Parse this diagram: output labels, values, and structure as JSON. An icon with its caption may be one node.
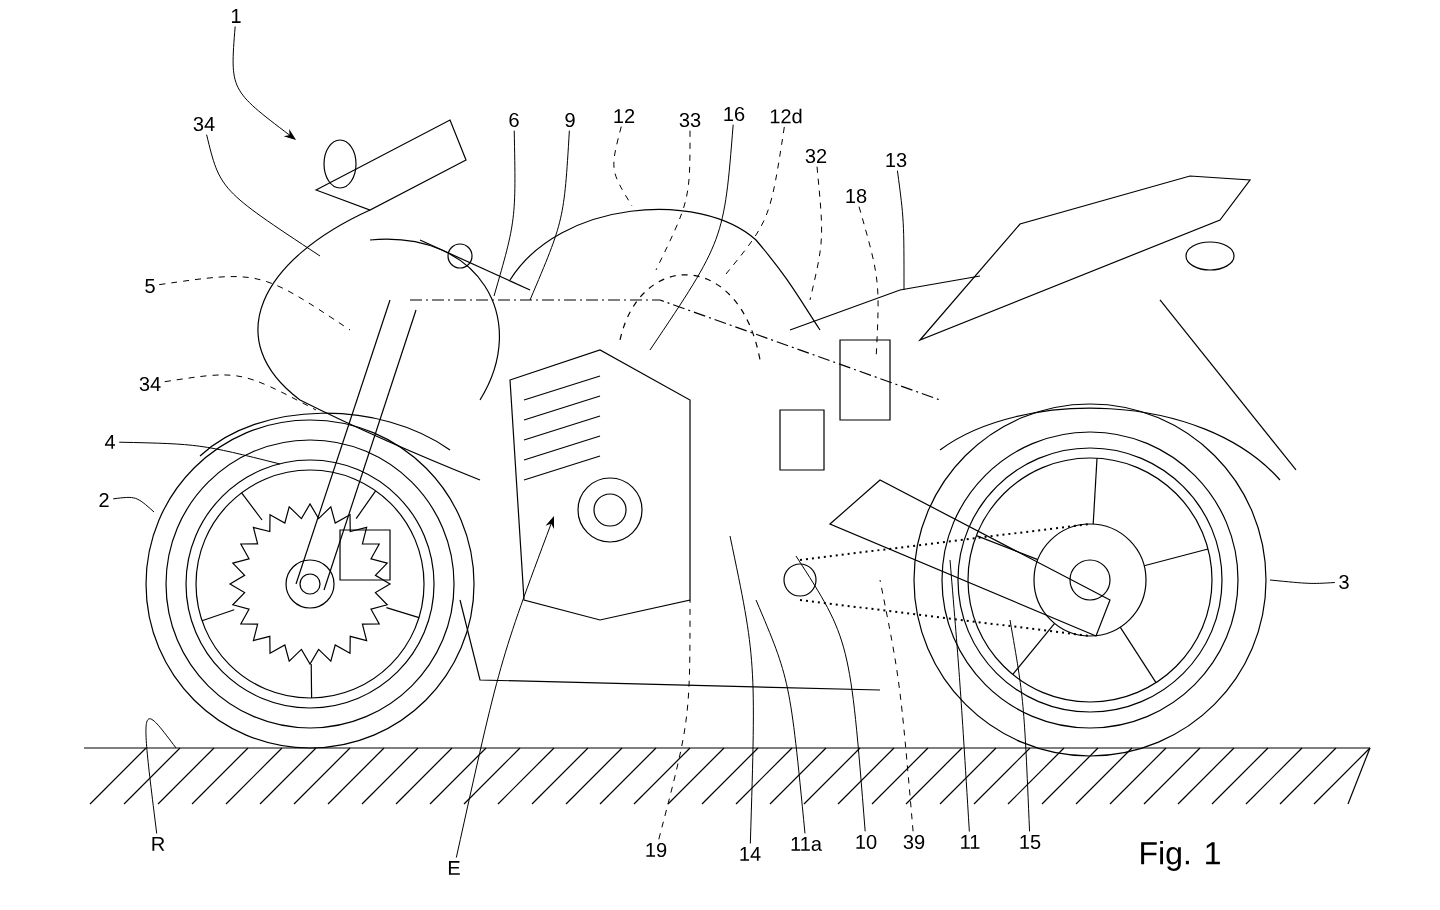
{
  "diagram": {
    "caption": "Fig. 1",
    "nodes": [
      {
        "text": [
          "1"
        ]
      },
      {
        "text": [
          "34"
        ]
      },
      {
        "text": [
          "6"
        ]
      },
      {
        "text": [
          "9"
        ]
      },
      {
        "text": [
          "12"
        ]
      },
      {
        "text": [
          "33"
        ]
      },
      {
        "text": [
          "16"
        ]
      },
      {
        "text": [
          "12d"
        ]
      },
      {
        "text": [
          "32"
        ]
      },
      {
        "text": [
          "13"
        ]
      },
      {
        "text": [
          "18"
        ]
      },
      {
        "text": [
          "5"
        ]
      },
      {
        "text": [
          "34"
        ]
      },
      {
        "text": [
          "4"
        ]
      },
      {
        "text": [
          "2"
        ]
      },
      {
        "text": [
          "3"
        ]
      },
      {
        "text": [
          "R"
        ]
      },
      {
        "text": [
          "E"
        ]
      },
      {
        "text": [
          "19"
        ]
      },
      {
        "text": [
          "14"
        ]
      },
      {
        "text": [
          "11a"
        ]
      },
      {
        "text": [
          "10"
        ]
      },
      {
        "text": [
          "39"
        ]
      },
      {
        "text": [
          "11"
        ]
      },
      {
        "text": [
          "15"
        ]
      }
    ],
    "edges": [
      {
        "from": 0,
        "to": null,
        "arrow": "to"
      },
      {
        "from": 1,
        "to": null,
        "arrow": "none"
      },
      {
        "from": 2,
        "to": null,
        "arrow": "none"
      },
      {
        "from": 3,
        "to": null,
        "arrow": "none"
      },
      {
        "from": 4,
        "to": null,
        "arrow": "none",
        "style": "dashed"
      },
      {
        "from": 5,
        "to": null,
        "arrow": "none",
        "style": "dashed"
      },
      {
        "from": 6,
        "to": null,
        "arrow": "none"
      },
      {
        "from": 7,
        "to": null,
        "arrow": "none",
        "style": "dashed"
      },
      {
        "from": 8,
        "to": null,
        "arrow": "none",
        "style": "dashed"
      },
      {
        "from": 9,
        "to": null,
        "arrow": "none"
      },
      {
        "from": 10,
        "to": null,
        "arrow": "none",
        "style": "dashed"
      },
      {
        "from": 11,
        "to": null,
        "arrow": "none",
        "style": "dashed"
      },
      {
        "from": 12,
        "to": null,
        "arrow": "none",
        "style": "dashed"
      },
      {
        "from": 13,
        "to": null,
        "arrow": "none"
      },
      {
        "from": 14,
        "to": null,
        "arrow": "none"
      },
      {
        "from": 15,
        "to": null,
        "arrow": "none"
      },
      {
        "from": 16,
        "to": null,
        "arrow": "none"
      },
      {
        "from": 17,
        "to": null,
        "arrow": "to"
      },
      {
        "from": 18,
        "to": null,
        "arrow": "none",
        "style": "dashed"
      },
      {
        "from": 19,
        "to": null,
        "arrow": "none"
      },
      {
        "from": 20,
        "to": null,
        "arrow": "none"
      },
      {
        "from": 21,
        "to": null,
        "arrow": "none"
      },
      {
        "from": 22,
        "to": null,
        "arrow": "none",
        "style": "dashed"
      },
      {
        "from": 23,
        "to": null,
        "arrow": "none"
      },
      {
        "from": 24,
        "to": null,
        "arrow": "none"
      }
    ]
  }
}
